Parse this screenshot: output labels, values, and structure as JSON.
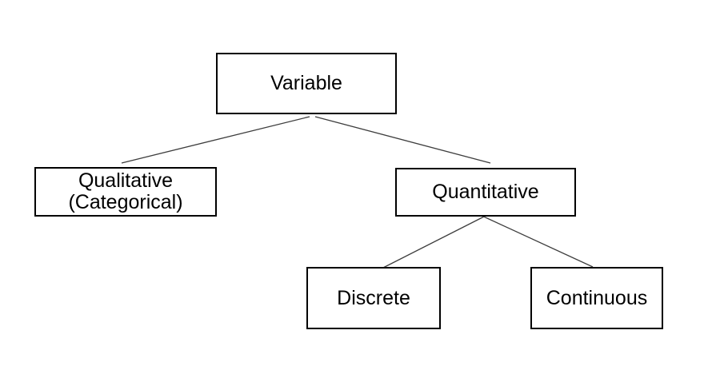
{
  "diagram": {
    "background_color": "#ffffff",
    "box_border_color": "#000000",
    "edge_color": "#3d3d3d",
    "text_color": "#000000",
    "nodes": {
      "variable": {
        "label": "Variable"
      },
      "qualitative": {
        "line1": "Qualitative",
        "line2": "(Categorical)"
      },
      "quantitative": {
        "label": "Quantitative"
      },
      "discrete": {
        "label": "Discrete"
      },
      "continuous": {
        "label": "Continuous"
      }
    },
    "edges": [
      {
        "from": "Variable",
        "to": "Qualitative (Categorical)"
      },
      {
        "from": "Variable",
        "to": "Quantitative"
      },
      {
        "from": "Quantitative",
        "to": "Discrete"
      },
      {
        "from": "Quantitative",
        "to": "Continuous"
      }
    ]
  }
}
